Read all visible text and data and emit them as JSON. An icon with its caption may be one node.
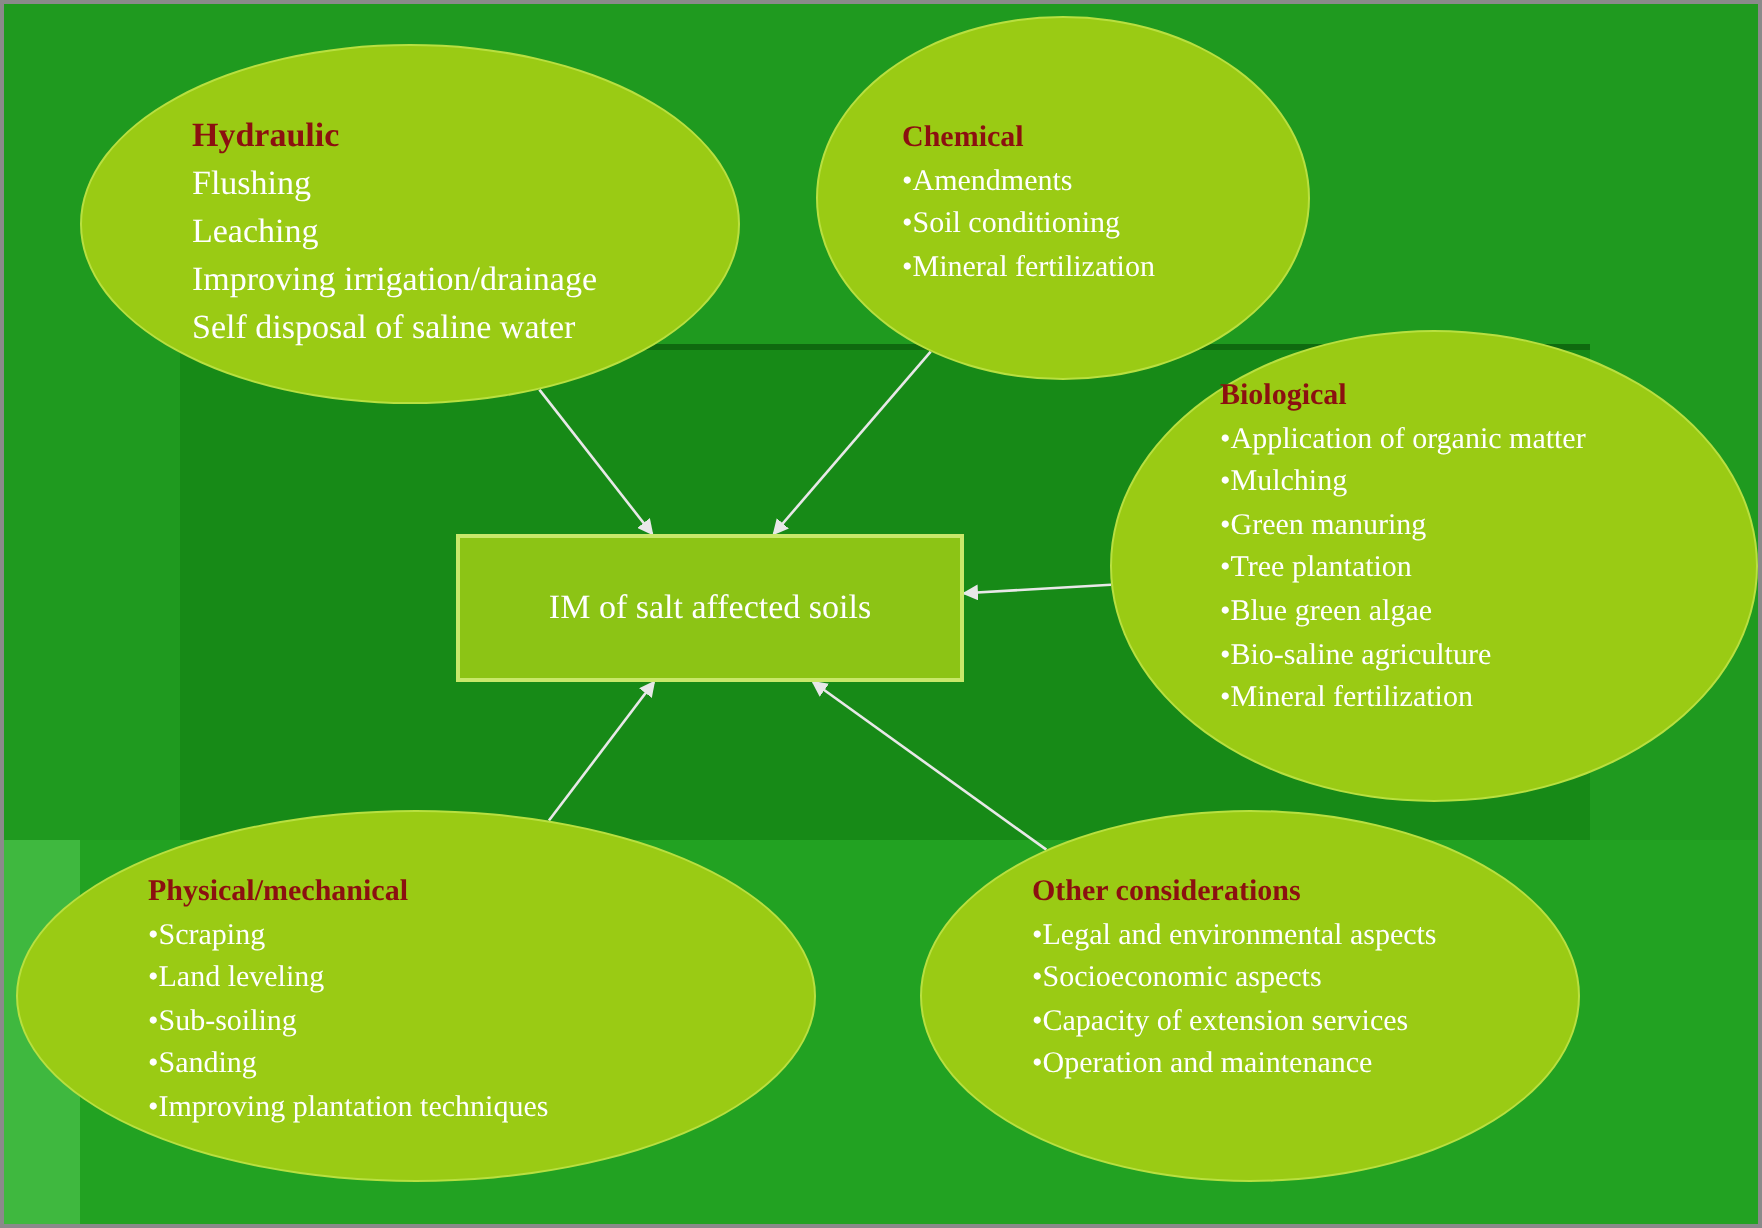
{
  "diagram": {
    "nodes": [
      {
        "text": [
          "Hydraulic",
          "Flushing",
          "Leaching",
          "Improving irrigation/drainage",
          "Self disposal of saline water"
        ]
      },
      {
        "text": [
          "Chemical",
          "•Amendments",
          "•Soil conditioning",
          "•Mineral fertilization"
        ]
      },
      {
        "text": [
          "Biological",
          "•Application of organic matter",
          "•Mulching",
          "•Green manuring",
          "•Tree plantation",
          "•Blue green algae",
          "•Bio-saline agriculture",
          "•Mineral fertilization"
        ]
      },
      {
        "text": [
          "IM of salt affected soils"
        ]
      },
      {
        "text": [
          "Physical/mechanical",
          "•Scraping",
          "•Land leveling",
          "•Sub-soiling",
          "•Sanding",
          "•Improving plantation techniques"
        ]
      },
      {
        "text": [
          "Other considerations",
          "•Legal and environmental aspects",
          "•Socioeconomic aspects",
          "•Capacity of extension services",
          "•Operation and maintenance"
        ]
      }
    ],
    "edges": [
      {
        "from": 0,
        "to": 3,
        "arrow": "to"
      },
      {
        "from": 1,
        "to": 3,
        "arrow": "to"
      },
      {
        "from": 2,
        "to": 3,
        "arrow": "to"
      },
      {
        "from": 4,
        "to": 3,
        "arrow": "to"
      },
      {
        "from": 5,
        "to": 3,
        "arrow": "to"
      }
    ]
  }
}
